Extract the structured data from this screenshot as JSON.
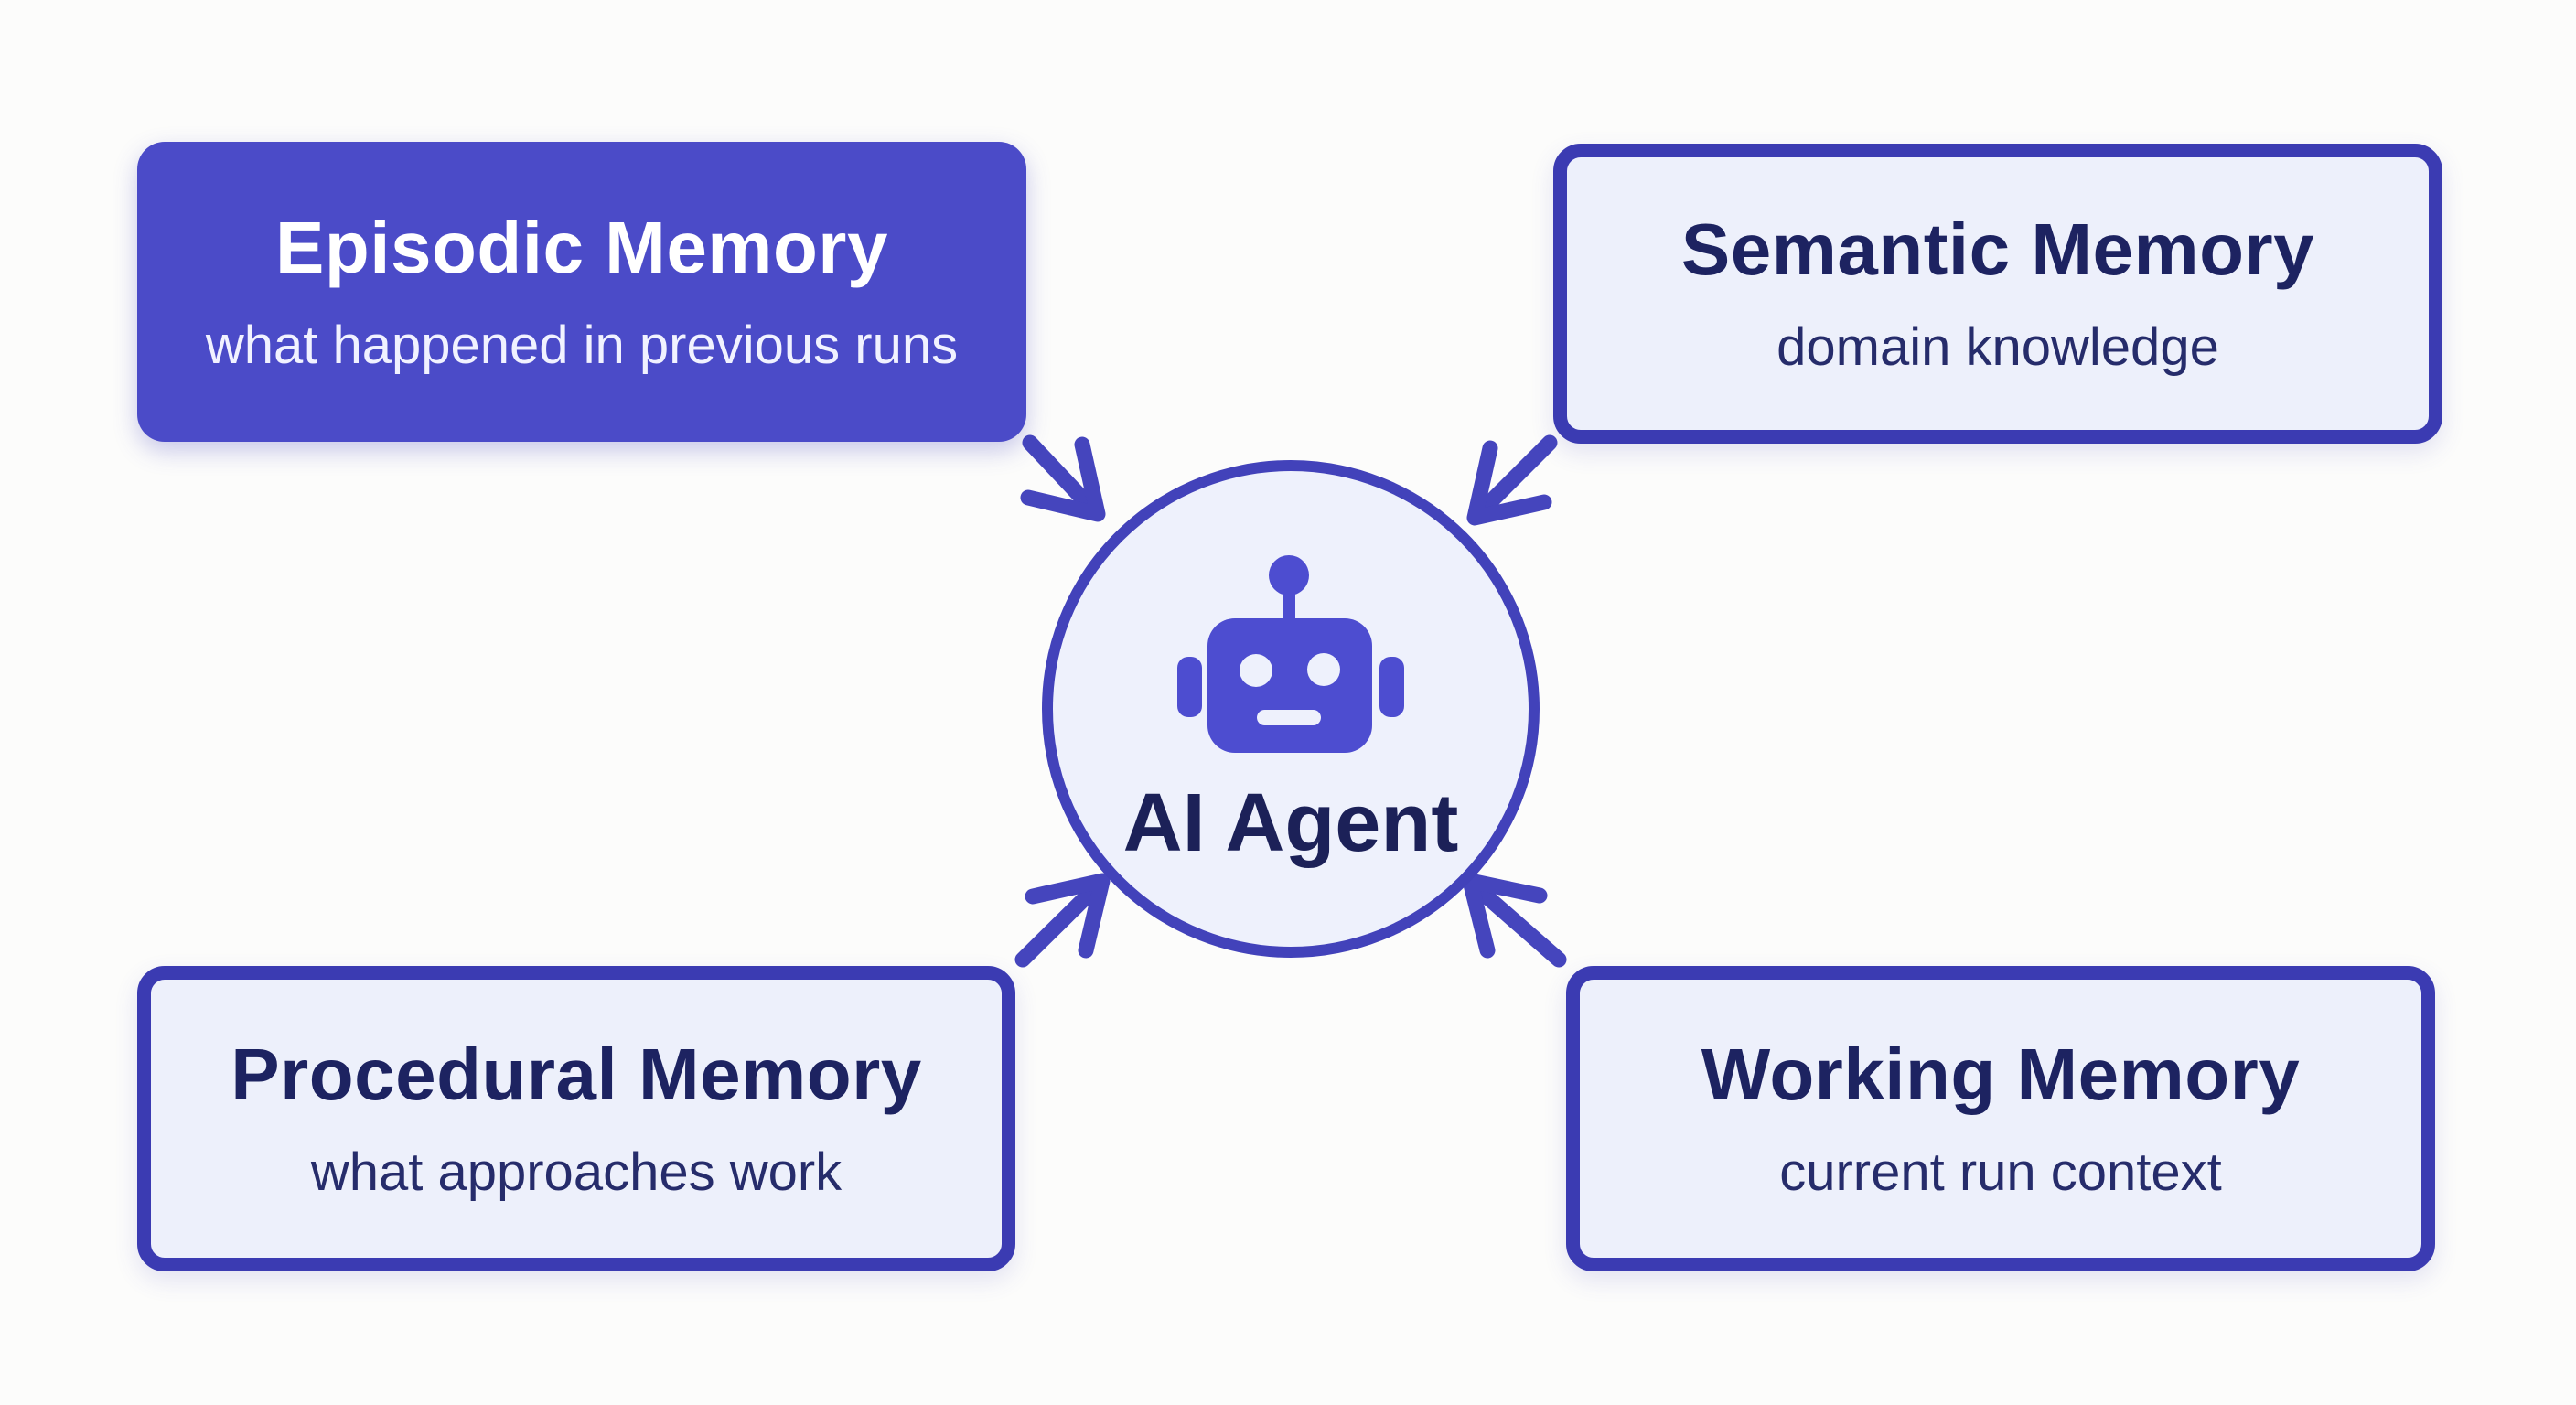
{
  "diagram": {
    "background_color": "#fcfcfb",
    "accent_color": "#4545bd",
    "center": {
      "label": "AI Agent",
      "icon": "robot-icon",
      "fill_color": "#eef1fc",
      "border_color": "#4242ba",
      "text_color": "#1c2158",
      "icon_color": "#4d4dd0"
    },
    "nodes": [
      {
        "id": "episodic",
        "title": "Episodic Memory",
        "subtitle": "what happened in previous runs",
        "style": "filled",
        "fill_color": "#4b4bc8",
        "text_color": "#ffffff"
      },
      {
        "id": "semantic",
        "title": "Semantic Memory",
        "subtitle": "domain knowledge",
        "style": "outlined",
        "fill_color": "#edf0fb",
        "border_color": "#3b3bb2",
        "text_color": "#1d2361"
      },
      {
        "id": "procedural",
        "title": "Procedural Memory",
        "subtitle": "what approaches work",
        "style": "outlined",
        "fill_color": "#edf0fb",
        "border_color": "#3b3bb2",
        "text_color": "#1d2361"
      },
      {
        "id": "working",
        "title": "Working Memory",
        "subtitle": "current run context",
        "style": "outlined",
        "fill_color": "#edf0fb",
        "border_color": "#3b3bb2",
        "text_color": "#1d2361"
      }
    ],
    "arrows": [
      {
        "from": "episodic",
        "to": "ai-agent"
      },
      {
        "from": "semantic",
        "to": "ai-agent"
      },
      {
        "from": "procedural",
        "to": "ai-agent"
      },
      {
        "from": "working",
        "to": "ai-agent"
      }
    ]
  }
}
